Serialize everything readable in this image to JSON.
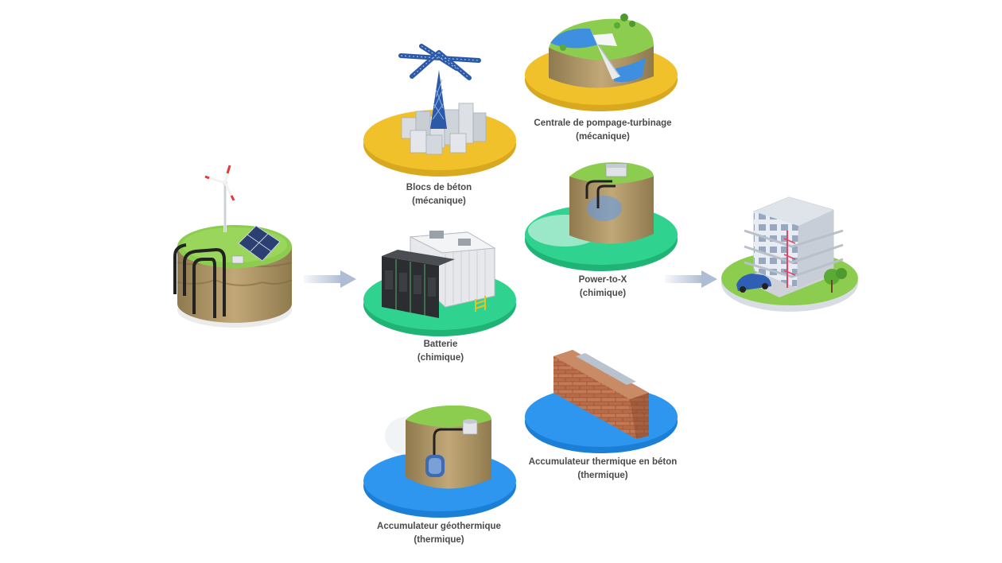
{
  "colors": {
    "mechanical": "#f0c12b",
    "chemical": "#2fd38f",
    "thermal": "#2e96ee",
    "grass": "#8ccc4f",
    "soil": "#b79e6c",
    "arrow": "#aebdd3"
  },
  "storage_options": [
    {
      "id": "beton",
      "name": "Blocs de béton",
      "type": "(mécanique)",
      "category": "mechanical"
    },
    {
      "id": "pompage",
      "name": "Centrale de pompage-turbinage",
      "type": "(mécanique)",
      "category": "mechanical"
    },
    {
      "id": "ptx",
      "name": "Power-to-X",
      "type": "(chimique)",
      "category": "chemical"
    },
    {
      "id": "batterie",
      "name": "Batterie",
      "type": "(chimique)",
      "category": "chemical"
    },
    {
      "id": "accu-beton",
      "name": "Accumulateur thermique en béton",
      "type": "(thermique)",
      "category": "thermal"
    },
    {
      "id": "geo",
      "name": "Accumulateur géothermique",
      "type": "(thermique)",
      "category": "thermal"
    }
  ],
  "icons": {
    "source": "wind-solar-island-icon",
    "consumer": "apartment-building-icon"
  }
}
